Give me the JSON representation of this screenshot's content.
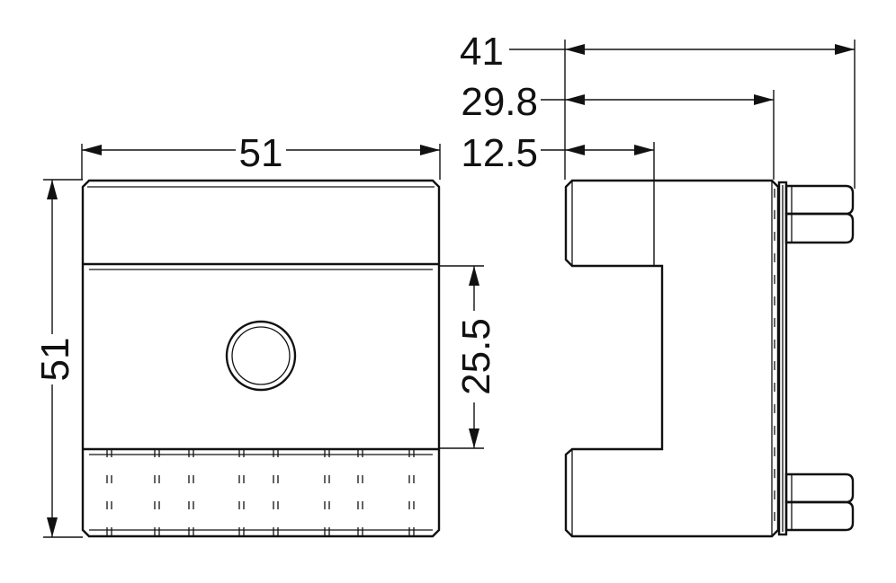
{
  "dimensions": {
    "front_width": "51",
    "front_height": "51",
    "slot_height": "25.5",
    "side_overall": "41",
    "side_to_plate": "29.8",
    "side_jaw": "12.5"
  },
  "colors": {
    "line": "#111111",
    "background": "#ffffff"
  }
}
